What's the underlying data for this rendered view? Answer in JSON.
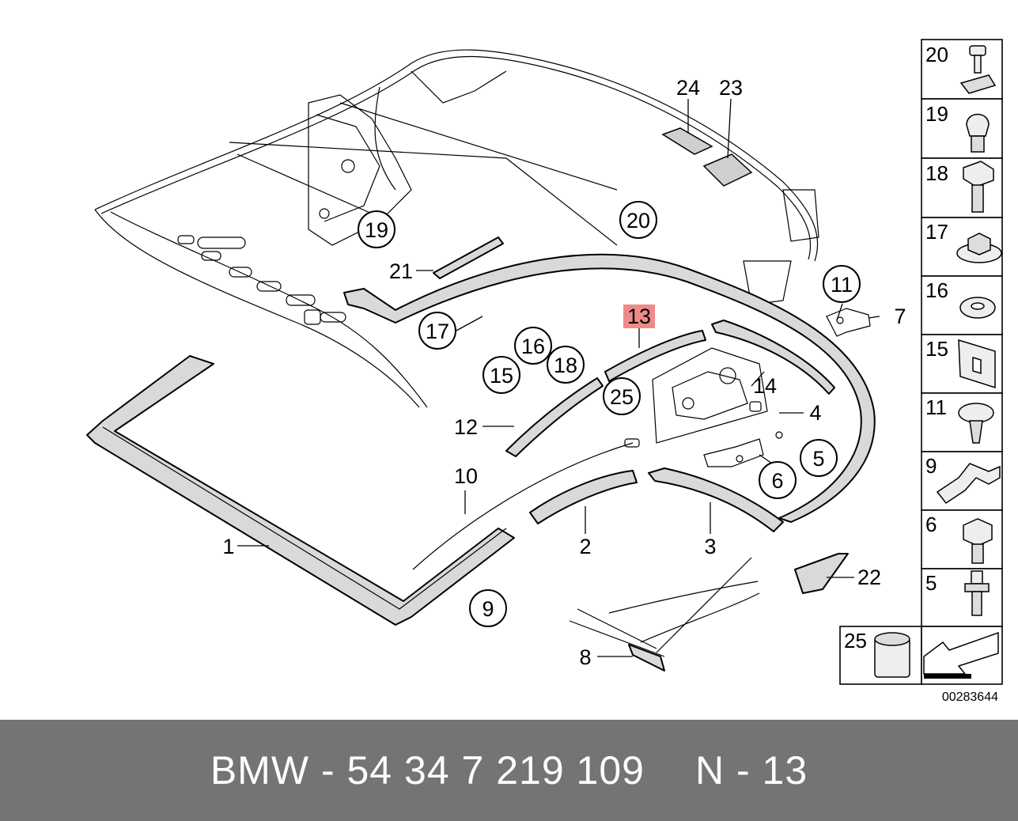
{
  "header": {
    "brand": "BMW",
    "separator": "-",
    "part_number": "54 34 7 219 109",
    "position_prefix": "N",
    "position_number": "13"
  },
  "diagram": {
    "image_code": "00283644",
    "highlighted_callout": "13",
    "highlight_color": "#f08a8a",
    "callouts": {
      "c24": "24",
      "c23": "23",
      "c20": "20",
      "c19": "19",
      "c21": "21",
      "c17": "17",
      "c16": "16",
      "c18": "18",
      "c15": "15",
      "c13": "13",
      "c11": "11",
      "c7": "7",
      "c14": "14",
      "c25": "25",
      "c4": "4",
      "c12": "12",
      "c5": "5",
      "c6": "6",
      "c10": "10",
      "c1": "1",
      "c2": "2",
      "c3": "3",
      "c22": "22",
      "c9": "9",
      "c8": "8"
    }
  },
  "small_parts_panel": [
    {
      "number": "20",
      "icon": "screw-with-clip-icon"
    },
    {
      "number": "19",
      "icon": "expanding-rivet-icon"
    },
    {
      "number": "18",
      "icon": "square-head-bolt-icon"
    },
    {
      "number": "17",
      "icon": "flange-nut-icon"
    },
    {
      "number": "16",
      "icon": "washer-icon"
    },
    {
      "number": "15",
      "icon": "spacer-plate-icon"
    },
    {
      "number": "11",
      "icon": "hex-self-tapping-screw-icon"
    },
    {
      "number": "9",
      "icon": "bracket-clip-icon"
    },
    {
      "number": "6",
      "icon": "hex-bolt-icon"
    },
    {
      "number": "5",
      "icon": "stud-bolt-icon"
    }
  ],
  "extra_panel": [
    {
      "number": "25",
      "icon": "adhesive-can-icon"
    }
  ],
  "colors": {
    "footer_background": "#747474",
    "footer_text": "#ffffff",
    "line": "#000000",
    "highlight": "#f08a8a"
  }
}
